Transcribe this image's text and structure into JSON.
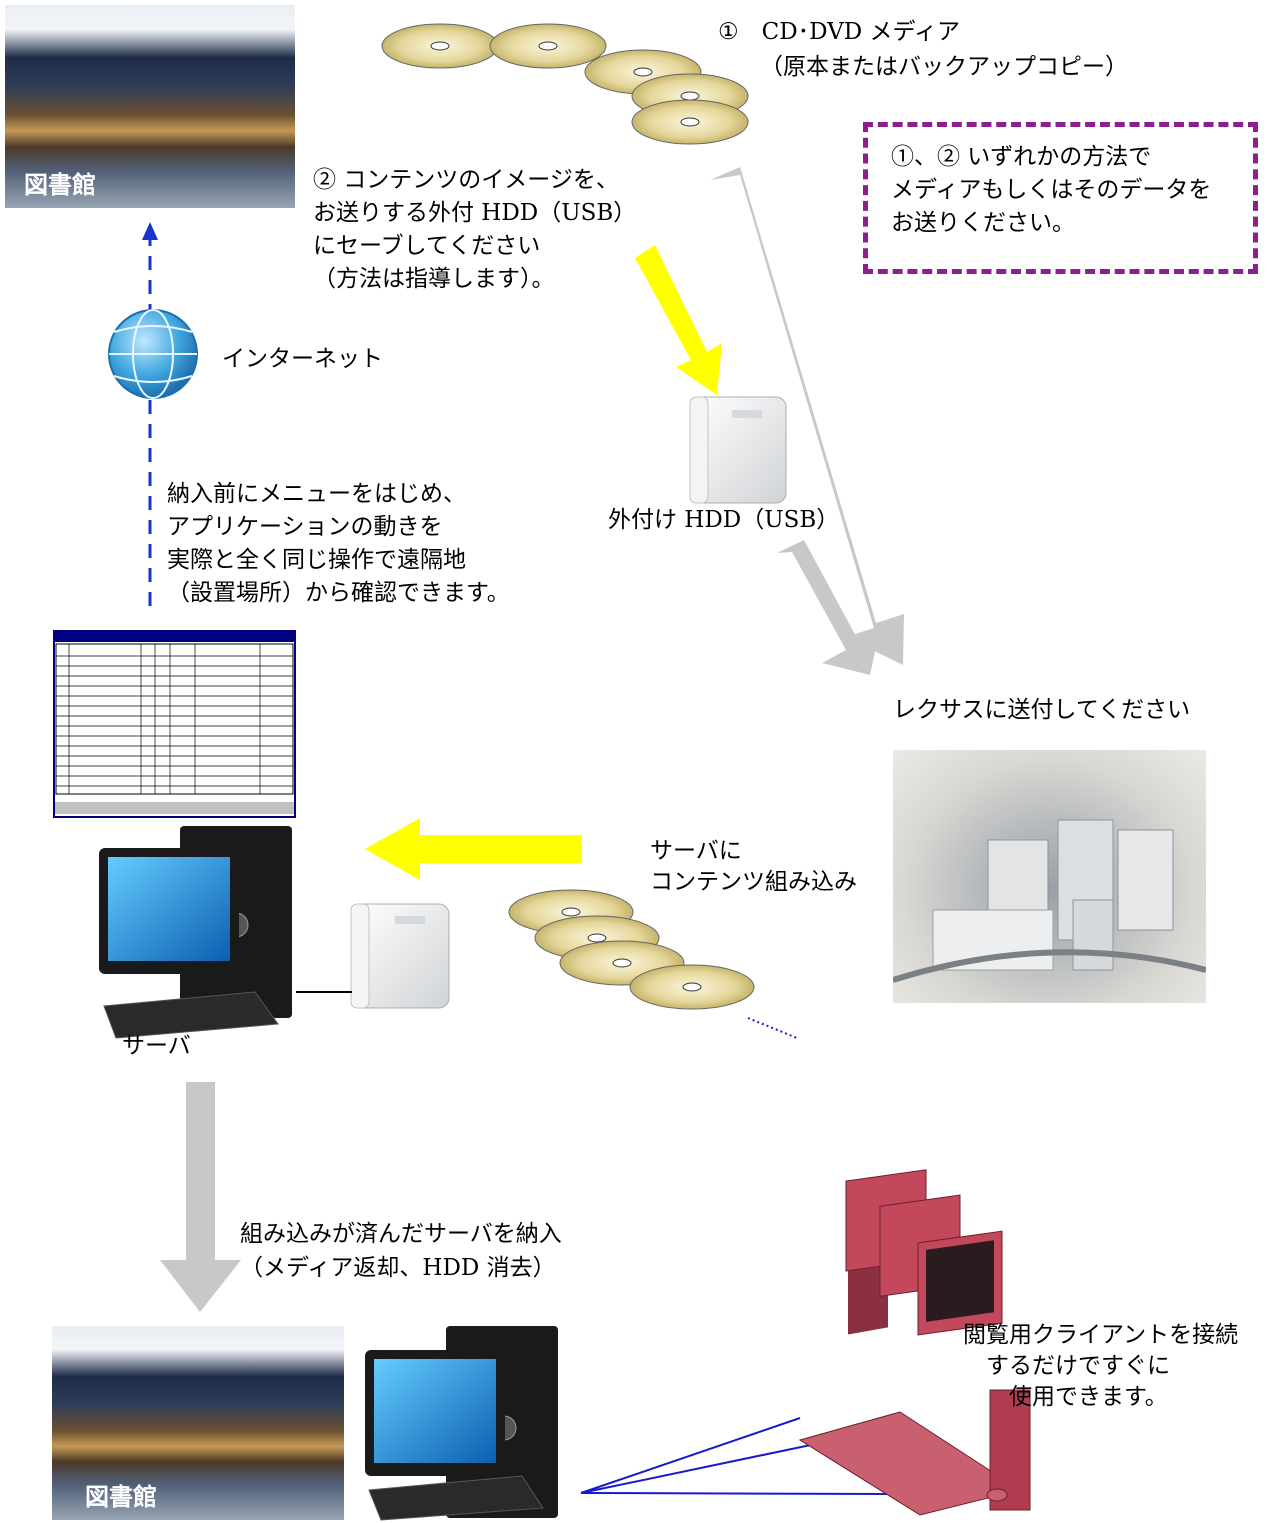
{
  "library_label_top": "図書館",
  "library_label_bottom": "図書館",
  "option1": {
    "line1": "①　CD･DVD メディア",
    "line2": "（原本またはバックアップコピー）"
  },
  "option2": {
    "text": "② コンテンツのイメージを、\nお送りする外付 HDD（USB）\nにセーブしてください\n（方法は指導します）。"
  },
  "note_box": {
    "text": "①、② いずれかの方法で\nメディアもしくはそのデータを\nお送りください。"
  },
  "internet_label": "インターネット",
  "remote_check": {
    "text": "納入前にメニューをはじめ、\nアプリケーションの動きを\n実際と全く同じ操作で遠隔地\n（設置場所）から確認できます。"
  },
  "hdd_label": "外付け HDD（USB）",
  "send_label": "レクサスに送付してください",
  "install_label": {
    "text": "サーバに\nコンテンツ組み込み"
  },
  "server_label": "サーバ",
  "deliver_label": {
    "text": "組み込みが済んだサーバを納入\n（メディア返却、HDD 消去）"
  },
  "client_label": {
    "text": "閲覧用クライアントを接続\n　するだけですぐに\n　　使用できます。"
  },
  "colors": {
    "yellow_arrow": "#ffff00",
    "gray_arrow": "#c8c8c8",
    "dashed_blue": "#1a33cc",
    "box_purple": "#8b1f8f",
    "link_blue": "#1a1acc"
  }
}
